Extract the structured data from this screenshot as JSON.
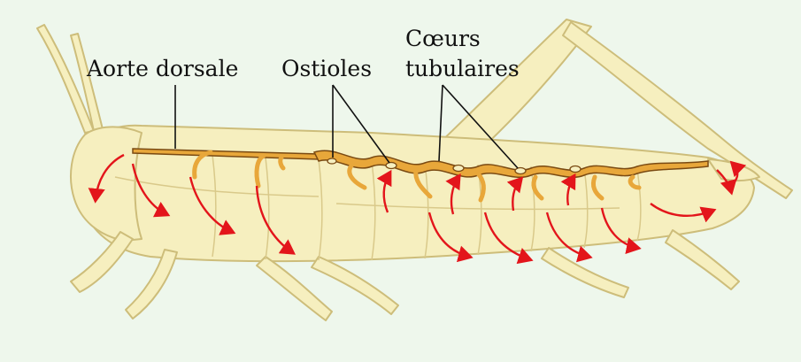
{
  "labels": {
    "aorta": "Aorte dorsale",
    "ostioles": "Ostioles",
    "hearts_line1": "Cœurs",
    "hearts_line2": "tubulaires"
  },
  "colors": {
    "background": "#eef7ec",
    "body_fill": "#f6efbf",
    "body_stroke": "#cdbd7a",
    "vessel_fill": "#e8a73a",
    "vessel_stroke": "#7a4a12",
    "arrow": "#e3151b"
  }
}
